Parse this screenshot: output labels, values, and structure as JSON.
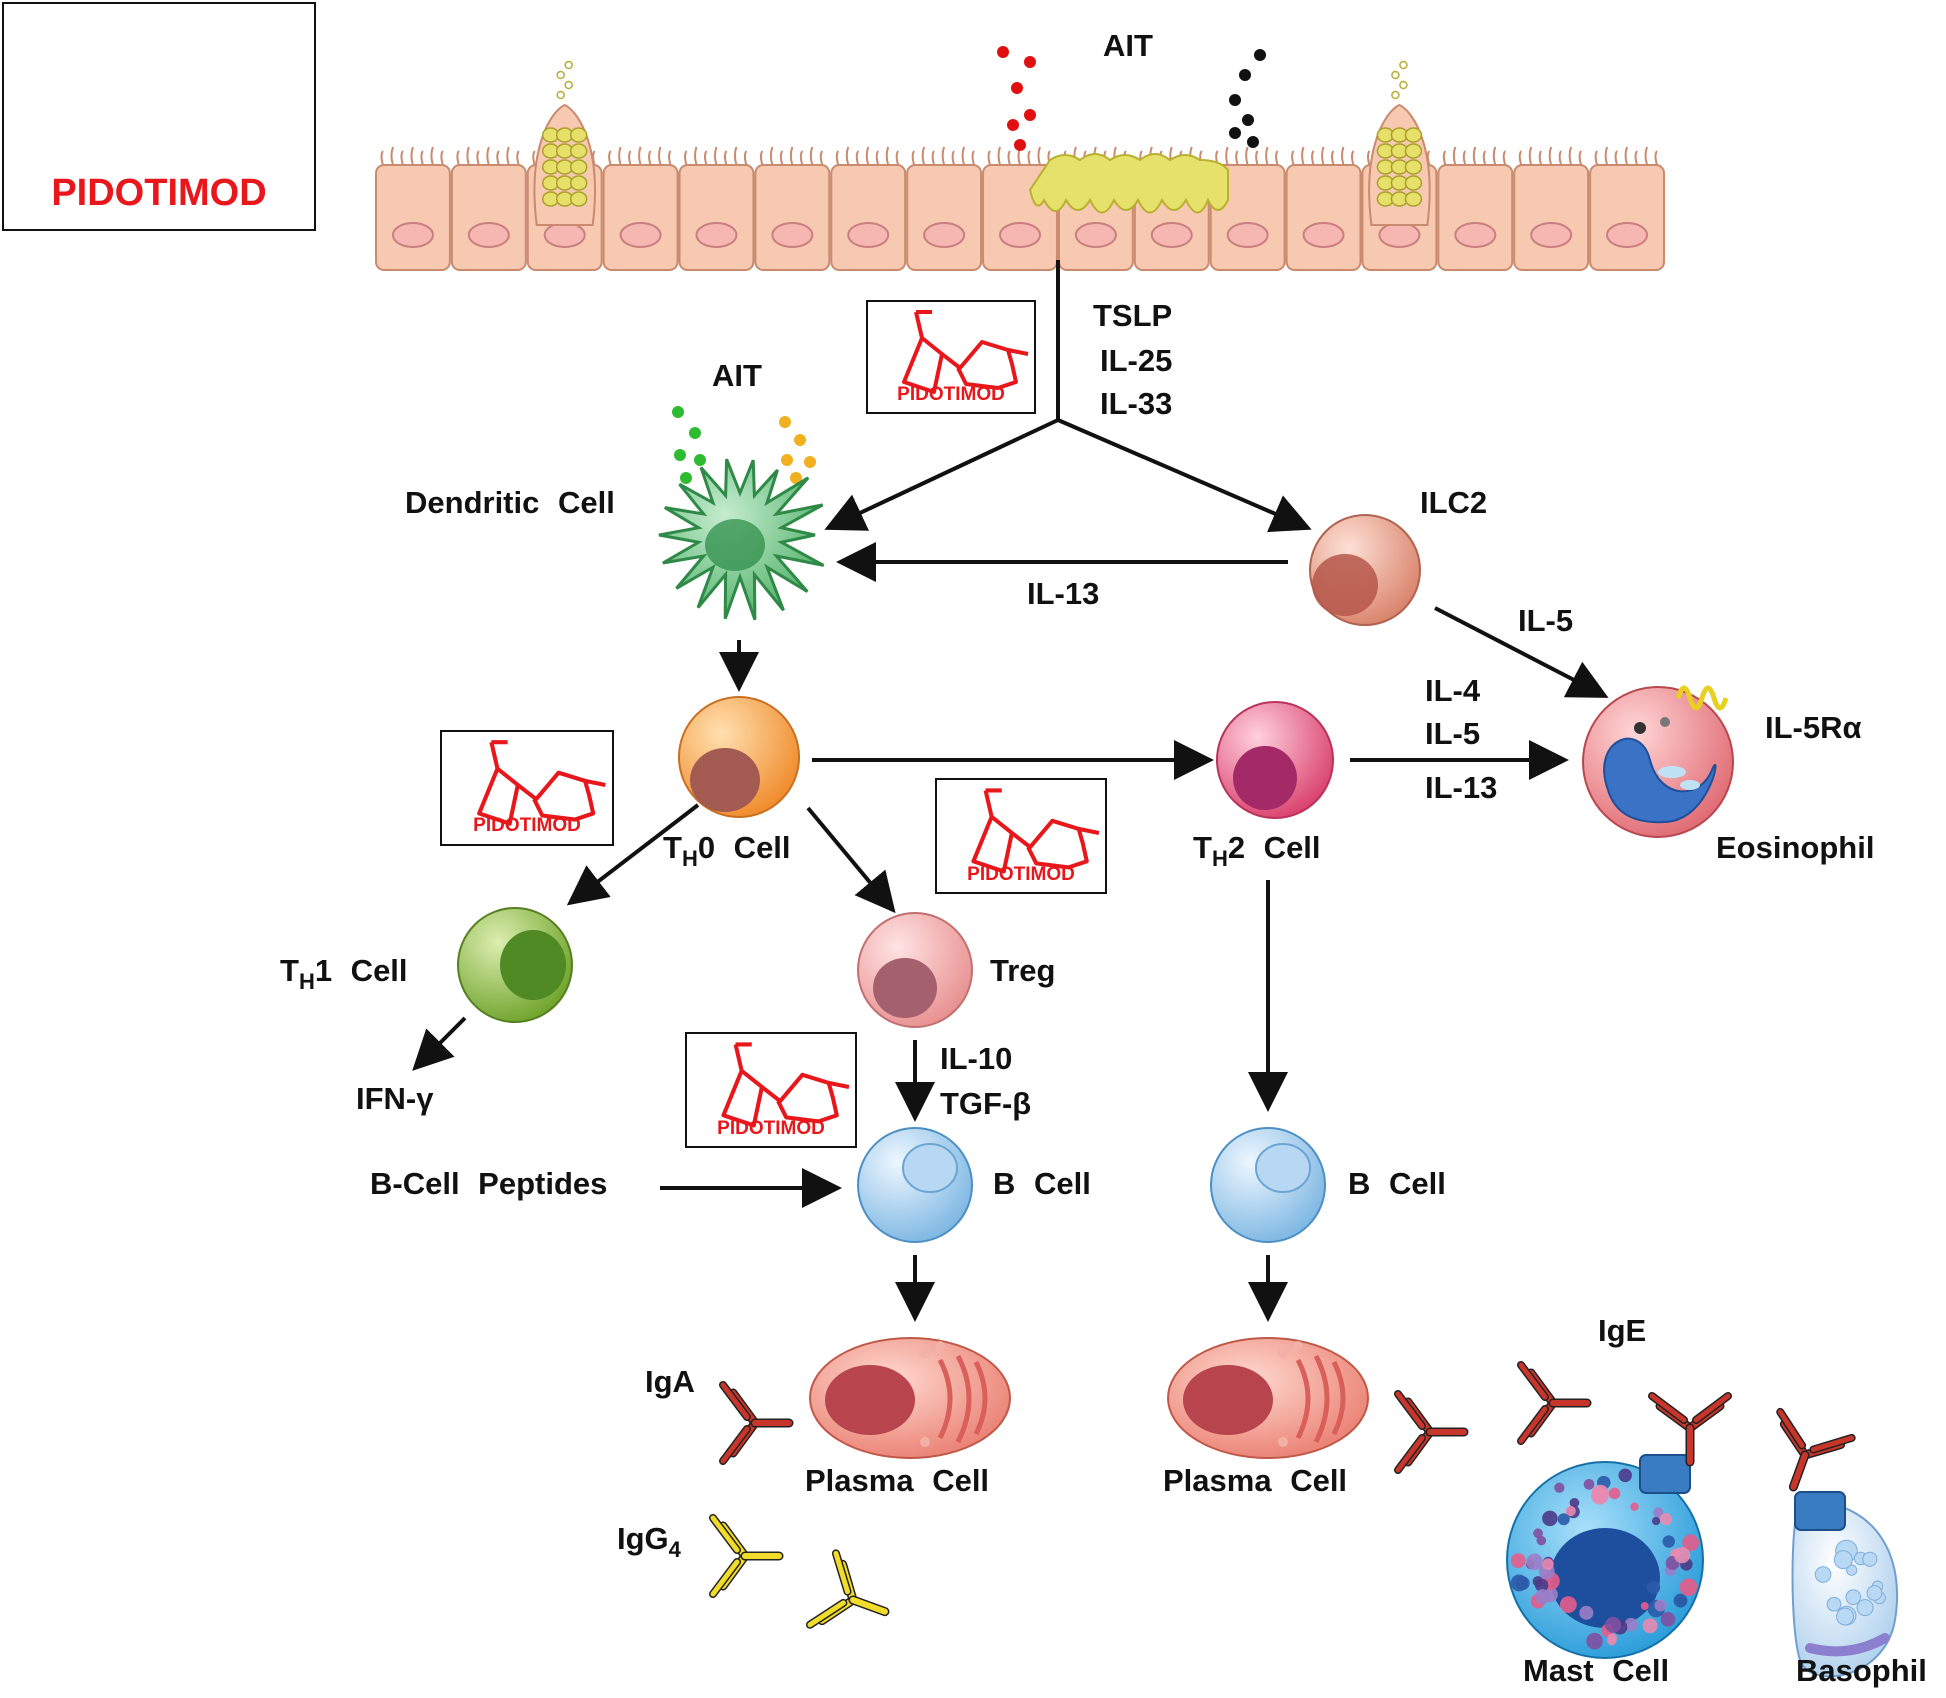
{
  "drug": {
    "name": "PIDOTIMOD",
    "color": "#e8171b"
  },
  "epithelium": {
    "stimulus": "AIT",
    "cytokines": [
      "TSLP",
      "IL-25",
      "IL-33"
    ]
  },
  "cells": {
    "dendritic": "Dendritic Cell",
    "dendritic_stimulus": "AIT",
    "ilc2": "ILC2",
    "th0": {
      "prefix": "T",
      "sub": "H",
      "suffix": "0 Cell"
    },
    "th1": {
      "prefix": "T",
      "sub": "H",
      "suffix": "1 Cell"
    },
    "th2": {
      "prefix": "T",
      "sub": "H",
      "suffix": "2 Cell"
    },
    "treg": "Treg",
    "eosinophil": "Eosinophil",
    "eosinophil_receptor": "IL-5Rα",
    "b_cell_left": "B Cell",
    "b_cell_right": "B Cell",
    "plasma_left": "Plasma Cell",
    "plasma_right": "Plasma Cell",
    "mast": "Mast Cell",
    "basophil": "Basophil"
  },
  "signals": {
    "il13_to_dc": "IL-13",
    "il5_ilc2": "IL-5",
    "th2_out": [
      "IL-4",
      "IL-5",
      "IL-13"
    ],
    "ifn": "IFN-γ",
    "treg_out": [
      "IL-10",
      "TGF-β"
    ],
    "b_peptides": "B-Cell Peptides"
  },
  "antibodies": {
    "iga": "IgA",
    "igg4": {
      "prefix": "IgG",
      "sub": "4"
    },
    "ige": "IgE"
  },
  "colors": {
    "epithelium": "#f7c9b0",
    "dendritic": "#69c27c",
    "th0": "#f6a24a",
    "th1": "#8cbc3a",
    "th2": "#e8608a",
    "treg": "#f3a6a6",
    "ilc2": "#e89a82",
    "eosinophil": "#ef7f86",
    "b_cell": "#9ccbec",
    "plasma": "#f08f82",
    "iga": "#c8352a",
    "igg4": "#f2dc2a",
    "mast": "#3fb2ea",
    "basophil": "#c9e2f6"
  }
}
